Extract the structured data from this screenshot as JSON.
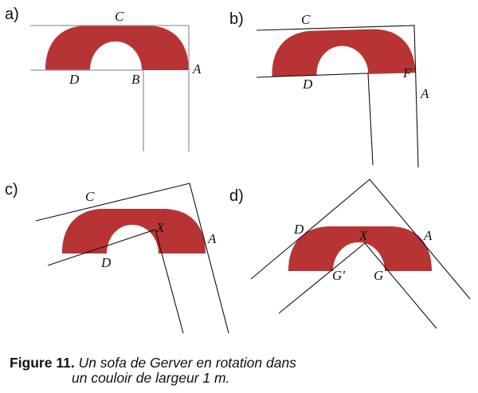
{
  "colors": {
    "sofa": "#b83434",
    "wall": "#111111",
    "wall_gray": "#999999"
  },
  "panels": {
    "a": {
      "label": "a)",
      "points": {
        "C": "C",
        "D": "D",
        "B": "B",
        "A": "A"
      }
    },
    "b": {
      "label": "b)",
      "points": {
        "C": "C",
        "D": "D",
        "F": "F",
        "A": "A"
      }
    },
    "c": {
      "label": "c)",
      "points": {
        "C": "C",
        "X": "X",
        "A": "A",
        "D": "D"
      }
    },
    "d": {
      "label": "d)",
      "points": {
        "D": "D",
        "X": "X",
        "A": "A",
        "G1": "G'",
        "G": "G"
      }
    }
  },
  "caption": {
    "figure": "Figure 11.",
    "line1": "Un sofa de Gerver en rotation dans",
    "line2": "un couloir de largeur 1 m."
  }
}
